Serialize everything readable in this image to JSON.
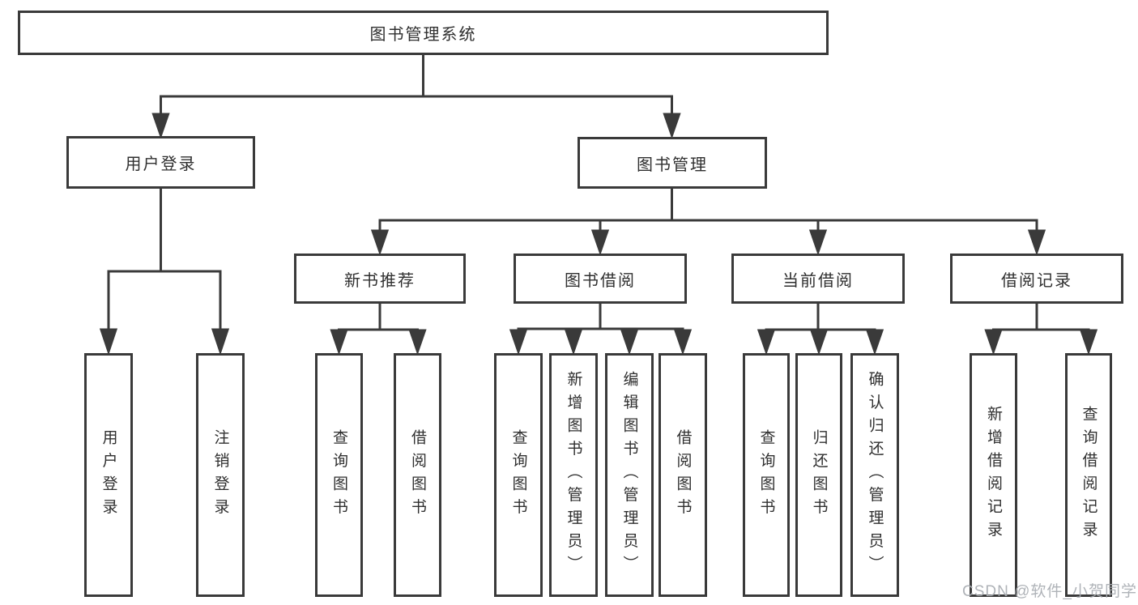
{
  "colors": {
    "line": "#3a3a3a",
    "box_border": "#3a3a3a",
    "text": "#2f2f2f",
    "background": "#ffffff",
    "watermark": "#a9adb2"
  },
  "watermark": "CSDN @软件_小贺同学",
  "tree": {
    "root": {
      "label": "图书管理系统"
    },
    "children": [
      {
        "label": "用户登录",
        "children": [
          {
            "label": "用户登录"
          },
          {
            "label": "注销登录"
          }
        ]
      },
      {
        "label": "图书管理",
        "children": [
          {
            "label": "新书推荐",
            "children": [
              {
                "label": "查询图书"
              },
              {
                "label": "借阅图书"
              }
            ]
          },
          {
            "label": "图书借阅",
            "children": [
              {
                "label": "查询图书"
              },
              {
                "label": "新增图书（管理员）"
              },
              {
                "label": "编辑图书（管理员）"
              },
              {
                "label": "借阅图书"
              }
            ]
          },
          {
            "label": "当前借阅",
            "children": [
              {
                "label": "查询图书"
              },
              {
                "label": "归还图书"
              },
              {
                "label": "确认归还（管理员）"
              }
            ]
          },
          {
            "label": "借阅记录",
            "children": [
              {
                "label": "新增借阅记录"
              },
              {
                "label": "查询借阅记录"
              }
            ]
          }
        ]
      }
    ]
  }
}
